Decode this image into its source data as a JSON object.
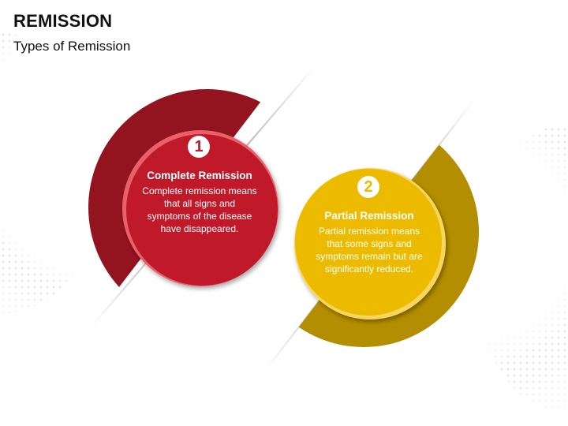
{
  "slide": {
    "title": "REMISSION",
    "subtitle": "Types of Remission"
  },
  "colors": {
    "red_outer": "#93141f",
    "red_inner": "#c0192a",
    "red_rim": "#e8606b",
    "gold_outer": "#b38e00",
    "gold_inner": "#ecbb00",
    "gold_rim": "#f6d660"
  },
  "items": [
    {
      "number": "1",
      "heading": "Complete Remission",
      "description": "Complete remission means that all signs and symptoms of the disease have disappeared."
    },
    {
      "number": "2",
      "heading": "Partial Remission",
      "description": "Partial remission means that some signs and symptoms remain but are significantly reduced."
    }
  ]
}
